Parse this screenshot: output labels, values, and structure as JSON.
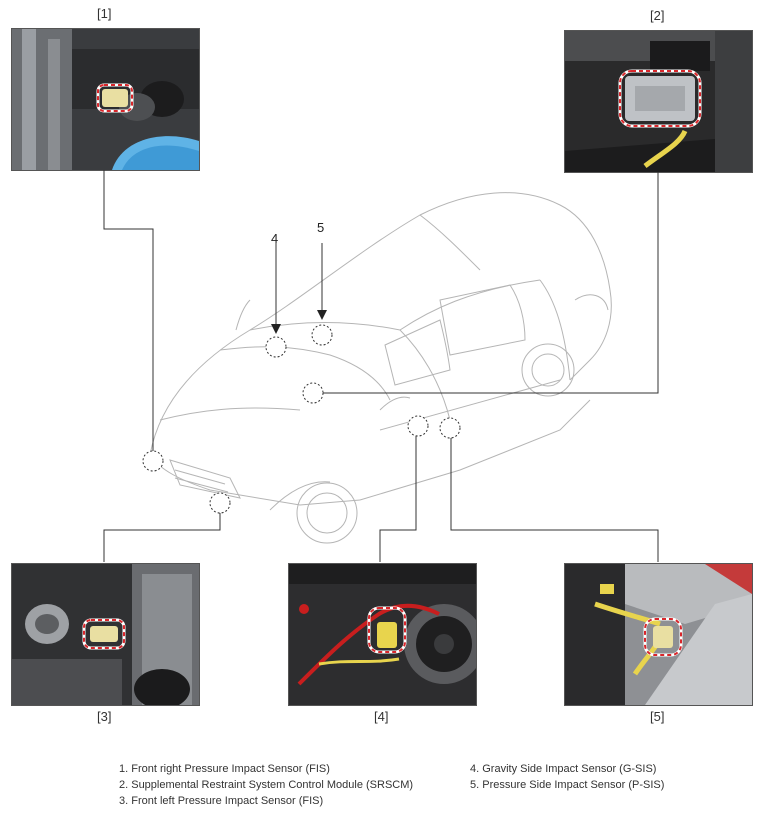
{
  "panels": {
    "p1": "[1]",
    "p2": "[2]",
    "p3": "[3]",
    "p4": "[4]",
    "p5": "[5]"
  },
  "callouts": {
    "c4": "4",
    "c5": "5"
  },
  "legend": {
    "left": [
      "1. Front right Pressure Impact Sensor (FIS)",
      "2. Supplemental Restraint System Control Module (SRSCM)",
      "3. Front left Pressure Impact Sensor (FIS)"
    ],
    "right": [
      "4. Gravity Side Impact Sensor (G-SIS)",
      "5. Pressure Side Impact Sensor (P-SIS)"
    ]
  },
  "colors": {
    "highlight": "#d8262b",
    "sensor_yellow": "#e8d44d",
    "wire_red": "#c81e1e",
    "line": "#333333"
  }
}
